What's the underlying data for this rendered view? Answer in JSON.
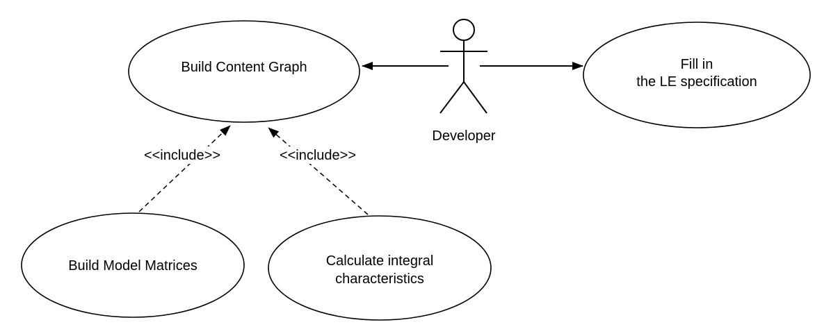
{
  "diagram": {
    "type": "uml-use-case-diagram",
    "actor": {
      "name": "Developer"
    },
    "use_cases": {
      "build_content_graph": {
        "label": "Build Content Graph"
      },
      "fill_le_specification": {
        "line1": "Fill in",
        "line2": "the LE specification"
      },
      "build_model_matrices": {
        "label": "Build Model Matrices"
      },
      "calculate_integral_characteristics": {
        "line1": "Calculate integral",
        "line2": "characteristics"
      }
    },
    "relations": {
      "developer_to_build_content_graph": {
        "type": "association-arrow"
      },
      "developer_to_fill_le_specification": {
        "type": "association-arrow"
      },
      "build_model_matrices_to_build_content_graph": {
        "type": "include",
        "label": "<<include>>"
      },
      "calculate_integral_to_build_content_graph": {
        "type": "include",
        "label": "<<include>>"
      }
    },
    "colors": {
      "stroke": "#000000",
      "fill": "#ffffff",
      "text": "#000000"
    }
  }
}
